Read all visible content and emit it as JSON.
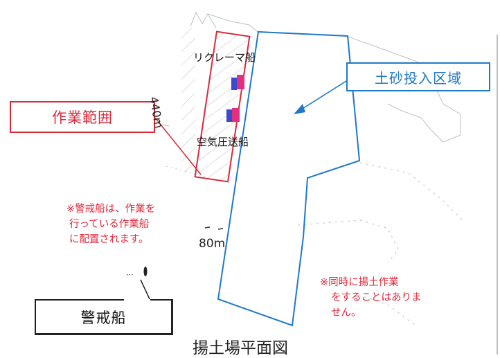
{
  "labels": {
    "reclaimer_ship": "リクレーマ船",
    "pneumatic_ship": "空気圧送船",
    "length_440": "440m",
    "width_80": "80m",
    "area_box": "土砂投入区域",
    "work_range_box": "作業範囲",
    "guard_ship_box": "警戒船",
    "caption": "揚土場平面図"
  },
  "notes": {
    "guard_note": [
      "※警戒船は、作業を",
      "行っている作業船",
      "に配置されます。"
    ],
    "simul_note": [
      "※同時に揚土作業",
      "をすることはありま",
      "せん。"
    ]
  },
  "colors": {
    "blue": "#1f78c8",
    "red": "#d52b3a",
    "note_red": "#e02638",
    "ship_blue": "#3b4cc8",
    "ship_pink": "#e0307f"
  }
}
